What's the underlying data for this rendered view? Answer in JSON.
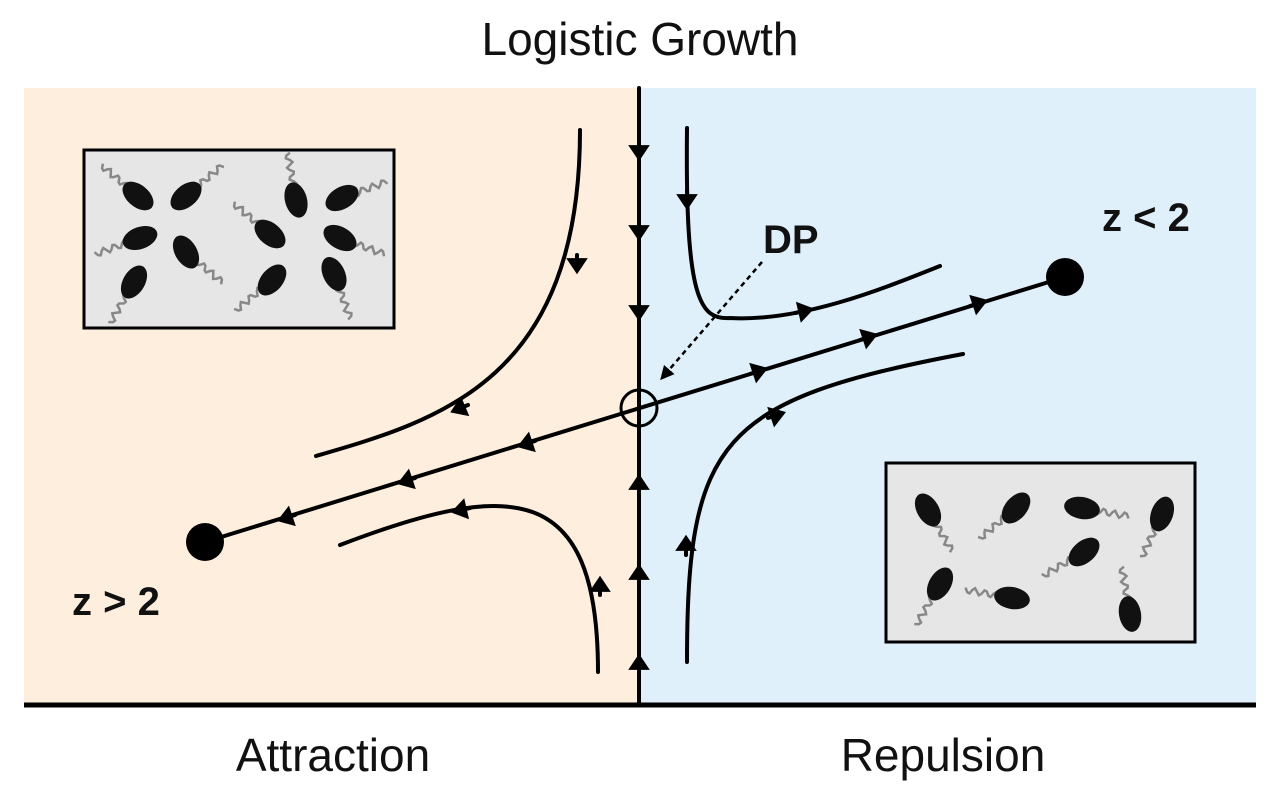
{
  "title": "Logistic Growth",
  "regions": {
    "left_label": "Attraction",
    "right_label": "Repulsion",
    "left_color": "#fdeede",
    "right_color": "#dff0fb"
  },
  "fixed_points": {
    "upper_right": "z < 2",
    "lower_left": "z > 2",
    "center": "DP"
  },
  "insets": {
    "fill": "#e6e6e6",
    "cell_color": "#111111",
    "flagella_color": "#888888"
  },
  "line_color": "#000000"
}
